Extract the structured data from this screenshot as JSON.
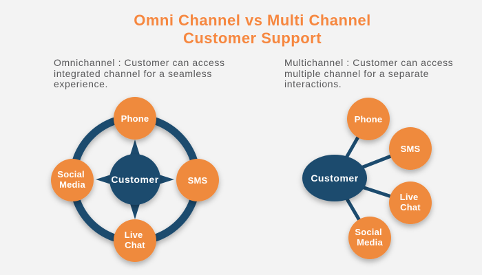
{
  "title": {
    "line1": "Omni Channel vs Multi Channel",
    "line2": "Customer Support"
  },
  "omnichannel": {
    "description_lines": [
      "Omnichannel : Customer can access",
      "integrated channel for a seamless",
      "experience."
    ],
    "hub_label": "Customer",
    "nodes": [
      {
        "id": "phone",
        "lines": [
          "Phone"
        ]
      },
      {
        "id": "sms",
        "lines": [
          "SMS"
        ]
      },
      {
        "id": "live-chat",
        "lines": [
          "Live",
          "Chat"
        ]
      },
      {
        "id": "social-media",
        "lines": [
          "Social",
          "Media"
        ]
      }
    ]
  },
  "multichannel": {
    "description_lines": [
      "Multichannel : Customer can access",
      "multiple channel for a separate",
      "interactions."
    ],
    "hub_label": "Customer",
    "nodes": [
      {
        "id": "phone",
        "lines": [
          "Phone"
        ]
      },
      {
        "id": "sms",
        "lines": [
          "SMS"
        ]
      },
      {
        "id": "live-chat",
        "lines": [
          "Live",
          "Chat"
        ]
      },
      {
        "id": "social-media",
        "lines": [
          "Social",
          "Media"
        ]
      }
    ]
  },
  "colors": {
    "orange": "#EF8A3E",
    "navy": "#1C4B6E",
    "title_text": "#F6873F",
    "description_text": "#58585A",
    "background": "#F3F3F3"
  }
}
